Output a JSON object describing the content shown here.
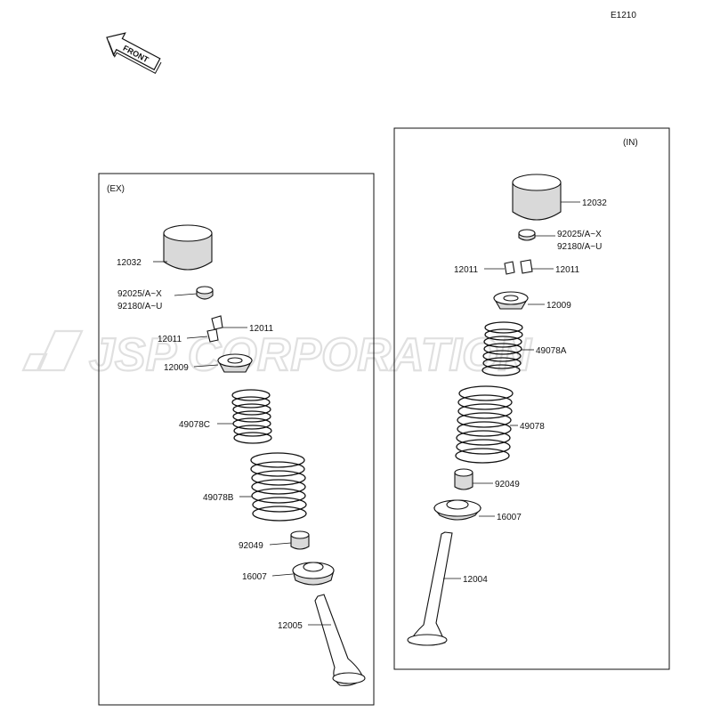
{
  "diagram_code": "E1210",
  "front_label": "FRONT",
  "watermark": "JSP CORPORATION",
  "ex_panel": {
    "title": "(EX)",
    "labels": {
      "lifter": "12032",
      "shim_a": "92025/A~X",
      "shim_b": "92180/A~U",
      "cotter_r": "12011",
      "cotter_l": "12011",
      "retainer": "12009",
      "spring_inner": "49078C",
      "spring_outer": "49078B",
      "seal": "92049",
      "seat": "16007",
      "valve": "12005"
    }
  },
  "in_panel": {
    "title": "(IN)",
    "labels": {
      "lifter": "12032",
      "shim_a": "92025/A~X",
      "shim_b": "92180/A~U",
      "cotter_l": "12011",
      "cotter_r": "12011",
      "retainer": "12009",
      "spring_inner": "49078A",
      "spring_outer": "49078",
      "seal": "92049",
      "seat": "16007",
      "valve": "12004"
    }
  }
}
